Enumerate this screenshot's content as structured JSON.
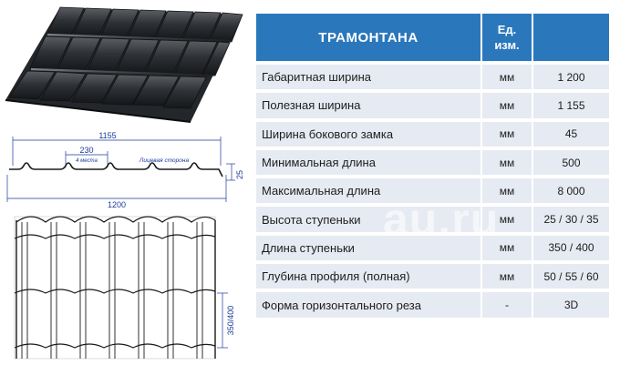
{
  "product": {
    "image_name": "metal-roof-tile-render",
    "drawing": {
      "overall_width": "1155",
      "pitch": "230",
      "pitch_note": "4 места",
      "face_note": "Лицевая сторона",
      "total_width": "1200",
      "height": "25",
      "step_range": "350/400"
    }
  },
  "table": {
    "header": {
      "name": "ТРАМОНТАНА",
      "unit_line1": "Ед.",
      "unit_line2": "изм.",
      "value": ""
    },
    "rows": [
      {
        "name": "Габаритная ширина",
        "unit": "мм",
        "value": "1 200"
      },
      {
        "name": "Полезная ширина",
        "unit": "мм",
        "value": "1 155"
      },
      {
        "name": "Ширина бокового замка",
        "unit": "мм",
        "value": "45"
      },
      {
        "name": "Минимальная длина",
        "unit": "мм",
        "value": "500"
      },
      {
        "name": "Максимальная длина",
        "unit": "мм",
        "value": "8 000"
      },
      {
        "name": "Высота ступеньки",
        "unit": "мм",
        "value": "25 / 30 / 35"
      },
      {
        "name": "Длина ступеньки",
        "unit": "мм",
        "value": "350 / 400"
      },
      {
        "name": "Глубина профиля (полная)",
        "unit": "мм",
        "value": "50 / 55 / 60"
      },
      {
        "name": "Форма горизонтального реза",
        "unit": "-",
        "value": "3D"
      }
    ]
  },
  "watermark": "au.ru",
  "colors": {
    "header_blue": "#2a77bc",
    "row_gray": "#e6eaf2",
    "drawing_blue": "#1a3a9a",
    "roof_dark": "#2c2f33"
  }
}
